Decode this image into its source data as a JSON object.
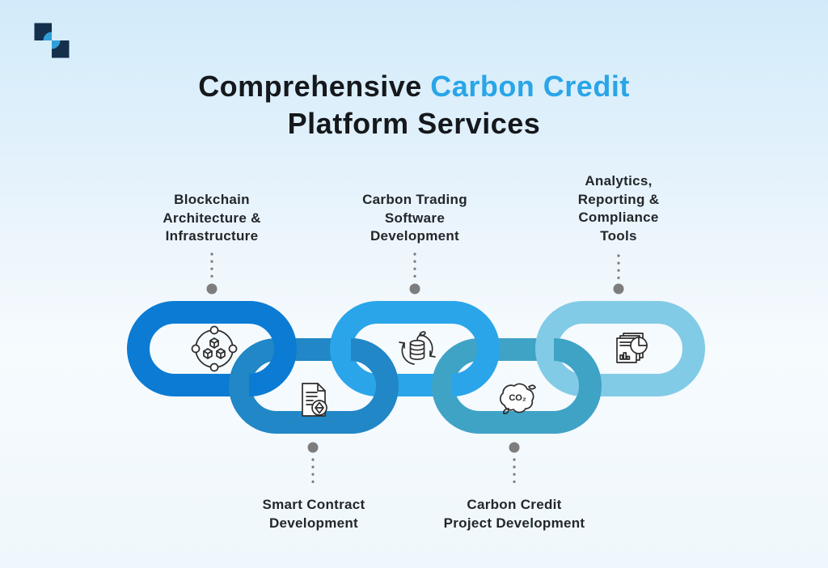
{
  "title": {
    "line1_black": "Comprehensive",
    "line1_accent": "Carbon Credit",
    "line2": "Platform Services",
    "accent_color": "#29a5e8",
    "text_color": "#15181c"
  },
  "chain": {
    "connector_dot_color": "#7d7d7d",
    "links": [
      {
        "service": "Blockchain Architecture & Infrastructure",
        "label_lines": [
          "Blockchain",
          "Architecture &",
          "Infrastructure"
        ],
        "row": "top",
        "color": "#0b7bd3",
        "icon": "blockchain-network-icon"
      },
      {
        "service": "Smart Contract Development",
        "label_lines": [
          "Smart Contract",
          "Development"
        ],
        "row": "bottom",
        "color": "#2187c6",
        "icon": "smart-contract-document-icon"
      },
      {
        "service": "Carbon Trading Software Development",
        "label_lines": [
          "Carbon Trading",
          "Software",
          "Development"
        ],
        "row": "top",
        "color": "#2aa5e9",
        "icon": "coin-stack-trade-arrows-icon"
      },
      {
        "service": "Carbon Credit Project Development",
        "label_lines": [
          "Carbon Credit",
          "Project Development"
        ],
        "row": "bottom",
        "color": "#3fa3c6",
        "icon": "co2-cloud-leaves-icon",
        "icon_label": "CO₂"
      },
      {
        "service": "Analytics, Reporting & Compliance Tools",
        "label_lines": [
          "Analytics,",
          "Reporting &",
          "Compliance",
          "Tools"
        ],
        "row": "top",
        "color": "#82cbe6",
        "icon": "reports-pie-chart-icon"
      }
    ]
  }
}
